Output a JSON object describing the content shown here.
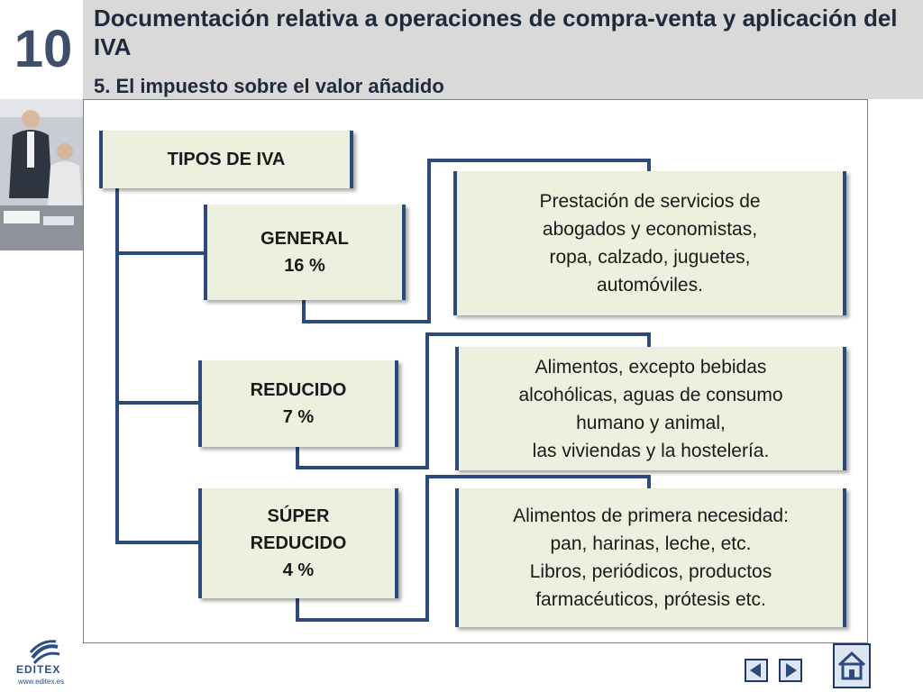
{
  "header": {
    "chapter_number": "10",
    "title": "Documentación relativa a operaciones de compra-venta y aplicación del IVA",
    "subtitle": "5. El impuesto sobre el valor añadido"
  },
  "diagram": {
    "root": "TIPOS DE IVA",
    "categories": [
      {
        "label": "GENERAL\n16 %",
        "description": "Prestación de servicios de\nabogados y economistas,\nropa, calzado, juguetes,\nautomóviles."
      },
      {
        "label": "REDUCIDO\n7 %",
        "description": "Alimentos, excepto bebidas\nalcohólicas, aguas de consumo\nhumano y animal,\nlas viviendas y la hostelería."
      },
      {
        "label": "SÚPER\nREDUCIDO\n4 %",
        "description": "Alimentos de primera necesidad:\npan, harinas, leche, etc.\nLibros, periódicos, productos\nfarmacéuticos, prótesis etc."
      }
    ],
    "connector_color": "#2e4a7d",
    "box_fill": "#ebf1de"
  },
  "footer": {
    "logo_text": "EDITEX",
    "logo_url": "www.editex.es"
  },
  "colors": {
    "header_band": "#d9d9d9",
    "title": "#1f2a3d",
    "nav": "#1f3864"
  }
}
